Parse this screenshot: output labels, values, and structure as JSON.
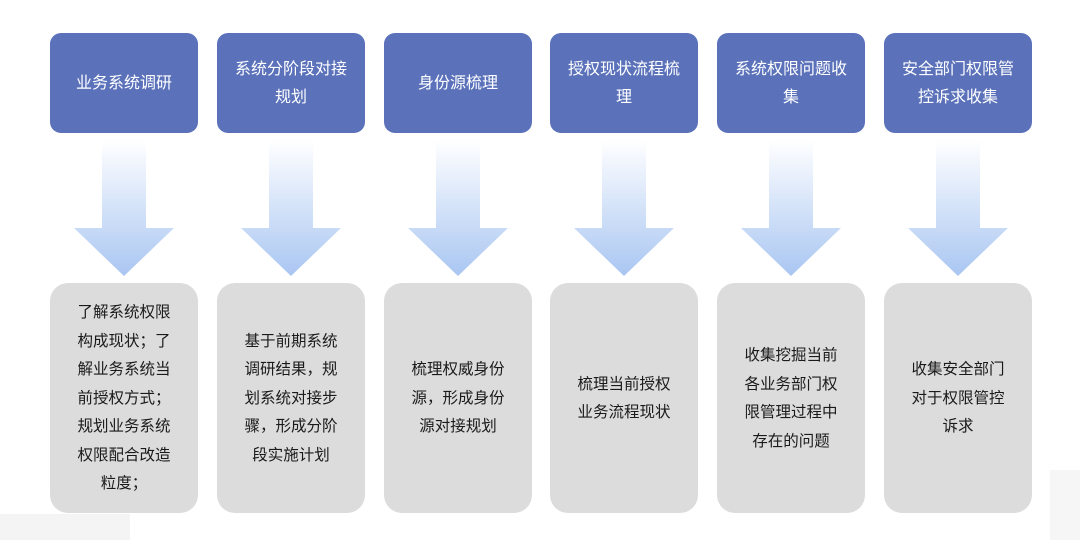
{
  "steps": [
    {
      "title": "业务系统调研",
      "detail": "了解系统权限构成现状；了解业务系统当前授权方式；规划业务系统权限配合改造粒度；"
    },
    {
      "title": "系统分阶段对接规划",
      "detail": "基于前期系统调研结果，规划系统对接步骤，形成分阶段实施计划"
    },
    {
      "title": "身份源梳理",
      "detail": "梳理权威身份源，形成身份源对接规划"
    },
    {
      "title": "授权现状流程梳理",
      "detail": "梳理当前授权业务流程现状"
    },
    {
      "title": "系统权限问题收集",
      "detail": "收集挖掘当前各业务部门权限管理过程中存在的问题"
    },
    {
      "title": "安全部门权限管控诉求收集",
      "detail": "收集安全部门对于权限管控诉求"
    }
  ],
  "colors": {
    "top_box": "#5b72bb",
    "bottom_box": "#dcdcdc",
    "arrow_top": "#ffffff",
    "arrow_bottom": "#a9c6f2"
  }
}
